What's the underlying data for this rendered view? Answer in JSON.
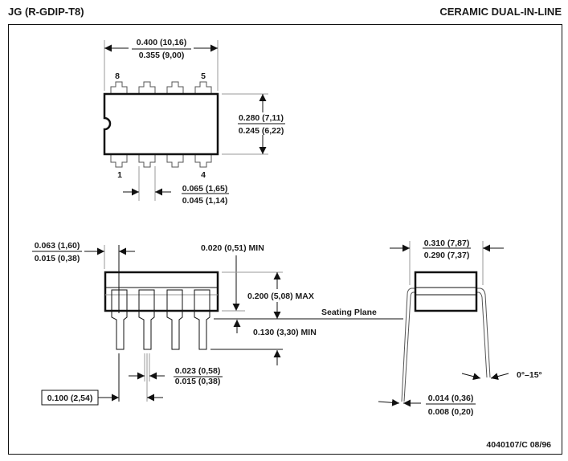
{
  "header": {
    "package_code": "JG (R-GDIP-T8)",
    "package_type": "CERAMIC DUAL-IN-LINE"
  },
  "top_view": {
    "pin_labels": {
      "top_left": "8",
      "top_right": "5",
      "bottom_left": "1",
      "bottom_right": "4"
    },
    "length": {
      "max": "0.400 (10,16)",
      "min": "0.355 (9,00)"
    },
    "width": {
      "max": "0.280 (7,11)",
      "min": "0.245 (6,22)"
    },
    "lead_width": {
      "max": "0.065 (1,65)",
      "min": "0.045 (1,14)"
    }
  },
  "side_view": {
    "end_lead_offset": {
      "max": "0.063 (1,60)",
      "min": "0.015 (0,38)"
    },
    "standoff": "0.020 (0,51) MIN",
    "body_height": "0.200 (5,08) MAX",
    "seating_plane": "Seating Plane",
    "lead_length": "0.130 (3,30) MIN",
    "lead_thickness": {
      "max": "0.023 (0,58)",
      "min": "0.015 (0,38)"
    },
    "pitch": "0.100 (2,54)"
  },
  "end_view": {
    "row_spacing": {
      "max": "0.310 (7,87)",
      "min": "0.290 (7,37)"
    },
    "lead_angle": "0°–15°",
    "lead_tip": {
      "max": "0.014 (0,36)",
      "min": "0.008 (0,20)"
    }
  },
  "footer": {
    "drawing_id": "4040107/C 08/96"
  }
}
